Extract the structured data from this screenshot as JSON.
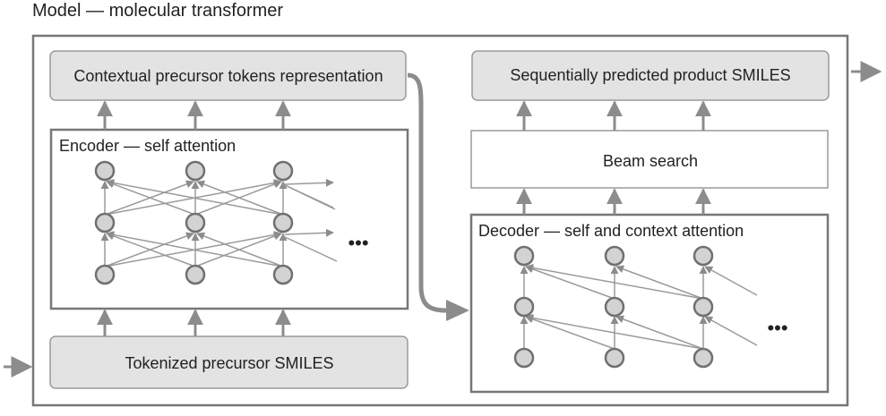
{
  "title": "Model — molecular transformer",
  "encoder": {
    "output_label": "Contextual precursor tokens representation",
    "title": "Encoder — self attention",
    "input_label": "Tokenized precursor SMILES",
    "ellipsis": "•••"
  },
  "decoder": {
    "output_label": "Sequentially predicted product SMILES",
    "beam_label": "Beam search",
    "title": "Decoder — self and context attention",
    "ellipsis": "•••"
  },
  "colors": {
    "box_fill": "#e3e3e3",
    "frame_stroke": "#777777",
    "node_fill": "#d3d3d3",
    "node_stroke": "#707070",
    "arrow": "#8c8c8c",
    "text": "#222222"
  }
}
